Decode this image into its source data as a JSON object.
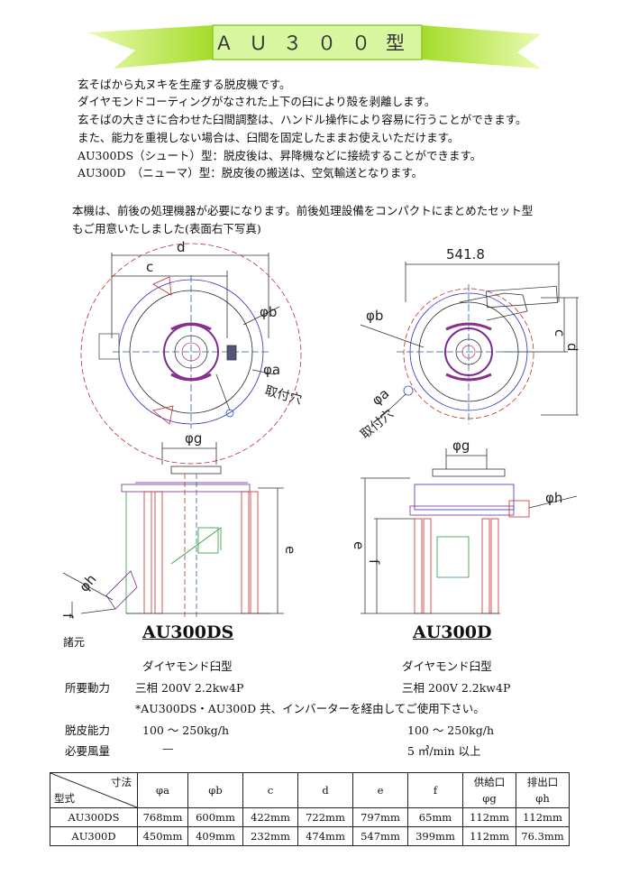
{
  "title": "ＡＵ３００型",
  "intro_lines": [
    "玄そばから丸ヌキを生産する脱皮機です。",
    "ダイヤモンドコーティングがなされた上下の臼により殻を剥離します。",
    "玄そばの大きさに合わせた臼間調整は、ハンドル操作により容易に行うことができます。",
    "また、能力を重視しない場合は、臼間を固定したままお使えいただけます。",
    "AU300DS（シュート）型：脱皮後は、昇降機などに接続することができます。",
    "AU300D　（ニューマ）型：脱皮後の搬送は、空気輸送となります。"
  ],
  "note_lines": [
    "本機は、前後の処理機器が必要になります。前後処理設備をコンパクトにまとめたセット型",
    "もご用意いたしました(表面右下写真)"
  ],
  "drawing_labels": {
    "d": "d",
    "c": "c",
    "phi_b": "φb",
    "phi_a": "φa",
    "mount_hole": "取付穴",
    "dim_541": "541.8",
    "phi_g": "φg",
    "phi_h": "φh",
    "e": "e",
    "f": "f"
  },
  "models": {
    "ds": "AU300DS",
    "d": "AU300D"
  },
  "specs": {
    "heading": "諸元",
    "type_ds": "ダイヤモンド臼型",
    "type_d": "ダイヤモンド臼型",
    "power_label": "所要動力",
    "power_ds": "三相 200V 2.2kw4P",
    "power_d": "三相 200V 2.2kw4P",
    "inverter_note": "*AU300DS・AU300D 共、インバーターを経由してご使用下さい。",
    "capacity_label": "脱皮能力",
    "capacity_ds": "100 〜 250kg/h",
    "capacity_d": "100 〜 250kg/h",
    "air_label": "必要風量",
    "air_ds": "—",
    "air_d": "5 ㎥/min 以上"
  },
  "table": {
    "corner_top": "寸法",
    "corner_bottom": "型式",
    "headers": [
      {
        "top": "",
        "main": "φa"
      },
      {
        "top": "",
        "main": "φb"
      },
      {
        "top": "",
        "main": "c"
      },
      {
        "top": "",
        "main": "d"
      },
      {
        "top": "",
        "main": "e"
      },
      {
        "top": "",
        "main": "f"
      },
      {
        "top": "供給口",
        "main": "φg"
      },
      {
        "top": "排出口",
        "main": "φh"
      }
    ],
    "rows": [
      {
        "model": "AU300DS",
        "values": [
          "768mm",
          "600mm",
          "422mm",
          "722mm",
          "797mm",
          "65mm",
          "112mm",
          "112mm"
        ]
      },
      {
        "model": "AU300D",
        "values": [
          "450mm",
          "409mm",
          "232mm",
          "474mm",
          "547mm",
          "399mm",
          "112mm",
          "76.3mm"
        ]
      }
    ]
  },
  "colors": {
    "banner_green": "#b6ea3a",
    "banner_dark": "#7fc21d",
    "title_box": "#d8f7a0"
  }
}
